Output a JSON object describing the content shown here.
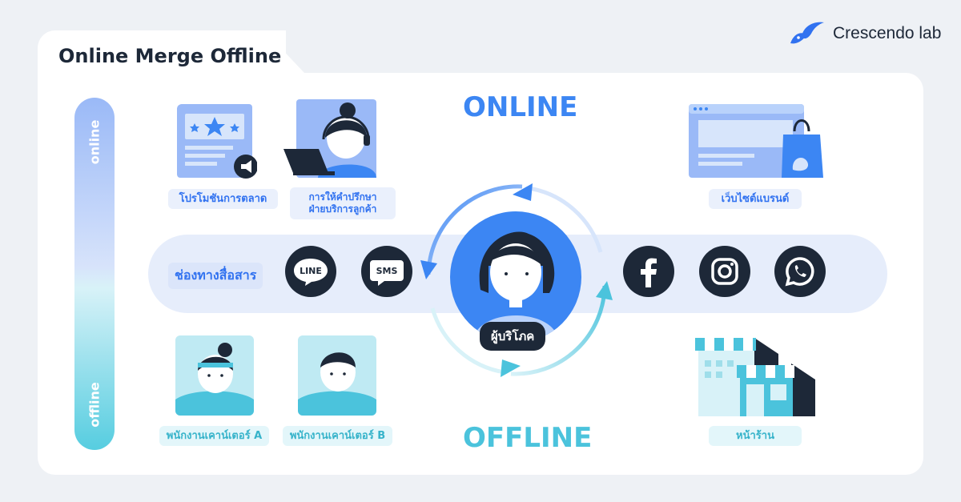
{
  "title": "Online Merge Offline",
  "brand": {
    "name": "Crescendo lab",
    "color": "#3172f0"
  },
  "side": {
    "online_label": "online",
    "offline_label": "offline"
  },
  "headings": {
    "online": "ONLINE",
    "offline": "OFFLINE"
  },
  "online_items": [
    {
      "label": "โปรโมชันการตลาด",
      "icon": "promotion-icon"
    },
    {
      "label_line1": "การให้คำปรึกษา",
      "label_line2": "ฝ่ายบริการลูกค้า",
      "icon": "customer-service-icon"
    },
    {
      "label": "เว็บไซต์แบรนด์",
      "icon": "brand-website-icon"
    }
  ],
  "channels": {
    "label": "ช่องทางสื่อสาร",
    "left": [
      {
        "label": "LINE",
        "icon": "line-icon"
      },
      {
        "label": "SMS",
        "icon": "sms-icon"
      }
    ],
    "right": [
      {
        "icon": "facebook-icon"
      },
      {
        "icon": "instagram-icon"
      },
      {
        "icon": "whatsapp-icon"
      }
    ]
  },
  "consumer": {
    "label": "ผู้บริโภค",
    "icon": "consumer-icon"
  },
  "offline_items": [
    {
      "label": "พนักงานเคาน์เตอร์ A",
      "icon": "counter-staff-a-icon"
    },
    {
      "label": "พนักงานเคาน์เตอร์ B",
      "icon": "counter-staff-b-icon"
    },
    {
      "label": "หน้าร้าน",
      "icon": "storefront-icon"
    }
  ],
  "colors": {
    "online": "#3c86f3",
    "offline": "#4bc3dc",
    "dark": "#1d2838"
  }
}
